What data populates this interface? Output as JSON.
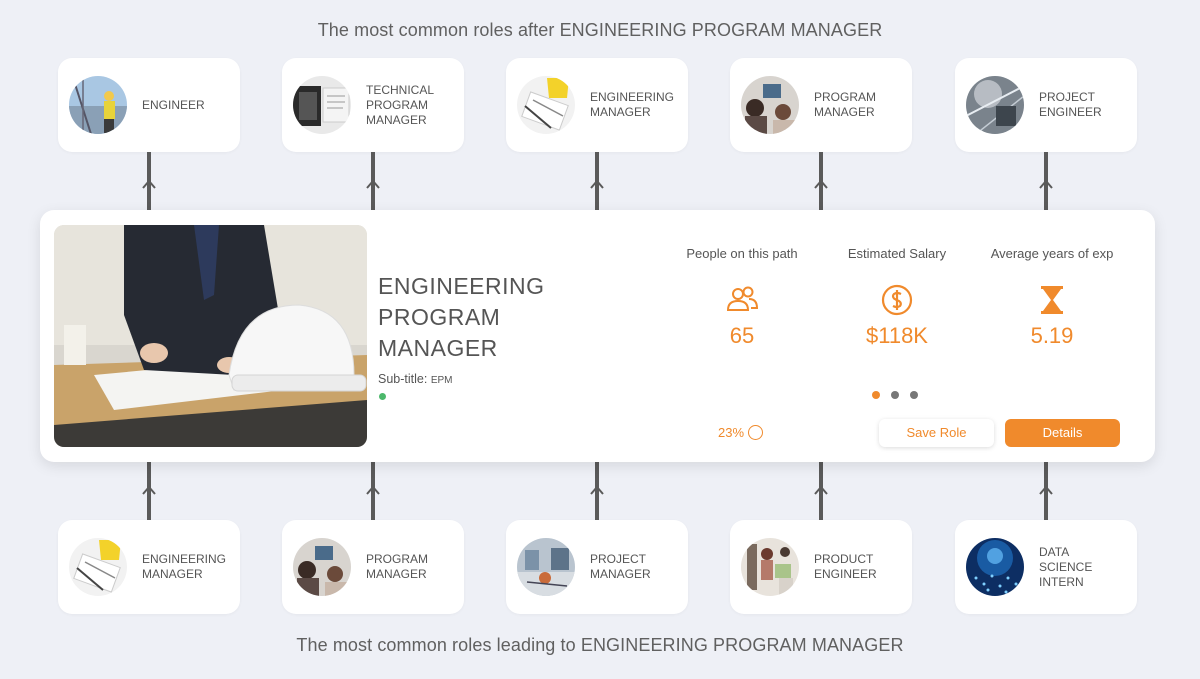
{
  "headings": {
    "next_roles": "The most common roles after ENGINEERING PROGRAM MANAGER",
    "previous_roles": "The most common roles leading to ENGINEERING PROGRAM MANAGER"
  },
  "next_roles": [
    {
      "name": "ENGINEER",
      "thumb": "engineer-photo"
    },
    {
      "name": "TECHNICAL\nPROGRAM\nMANAGER",
      "thumb": "technical-program-manager-photo"
    },
    {
      "name": "ENGINEERING\nMANAGER",
      "thumb": "engineering-manager-photo"
    },
    {
      "name": "PROGRAM\nMANAGER",
      "thumb": "program-manager-photo"
    },
    {
      "name": "PROJECT\nENGINEER",
      "thumb": "project-engineer-photo"
    }
  ],
  "previous_roles": [
    {
      "name": "ENGINEERING\nMANAGER",
      "thumb": "engineering-manager-photo"
    },
    {
      "name": "PROGRAM\nMANAGER",
      "thumb": "program-manager-photo"
    },
    {
      "name": "PROJECT\nMANAGER",
      "thumb": "project-manager-photo"
    },
    {
      "name": "PRODUCT\nENGINEER",
      "thumb": "product-engineer-photo"
    },
    {
      "name": "DATA\nSCIENCE\nINTERN",
      "thumb": "data-science-intern-photo"
    }
  ],
  "current_role": {
    "title": "ENGINEERING PROGRAM MANAGER",
    "subtitle_label": "Sub-title:",
    "subtitle_code": "EPM",
    "status_color": "#4cb86b"
  },
  "stats": [
    {
      "label": "People on this path",
      "value": "65",
      "icon": "people-icon"
    },
    {
      "label": "Estimated Salary",
      "value": "$118K",
      "icon": "dollar-icon"
    },
    {
      "label": "Average years of exp",
      "value": "5.19",
      "icon": "hourglass-icon"
    }
  ],
  "carousel": {
    "count": 3,
    "active": 0
  },
  "match": {
    "value": "23%",
    "fraction": 0.23
  },
  "buttons": {
    "save": "Save Role",
    "details": "Details"
  },
  "colors": {
    "accent": "#f08a2c",
    "background": "#eef0f6",
    "card": "#ffffff"
  }
}
